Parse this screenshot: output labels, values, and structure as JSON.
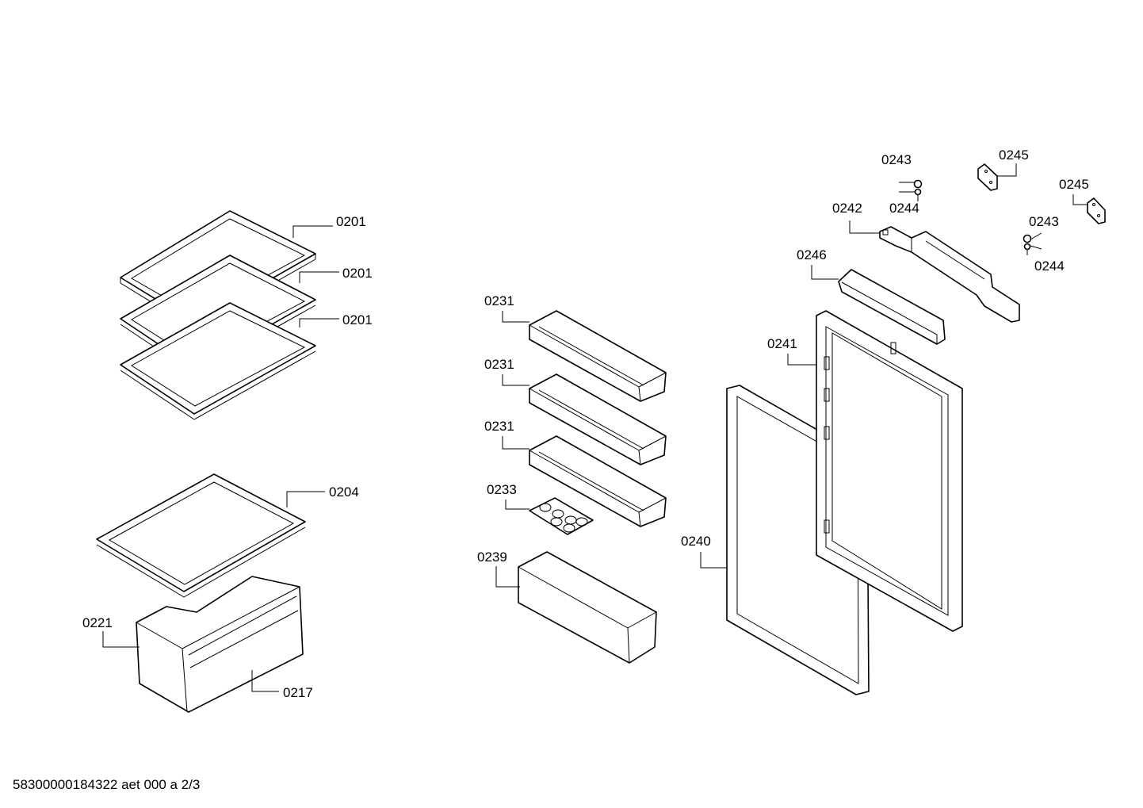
{
  "footer_text": "58300000184322 aet 000 a 2/3",
  "parts": {
    "shelf_top": "0201",
    "shelf_mid": "0201",
    "shelf_low": "0201",
    "shelf_crisper": "0204",
    "crisper_drawer": "0221",
    "crisper_front": "0217",
    "door_bin_1": "0231",
    "door_bin_2": "0231",
    "door_bin_3": "0231",
    "egg_tray": "0233",
    "bottle_bin": "0239",
    "door_gasket": "0240",
    "door_panel": "0241",
    "hinge_bracket": "0242",
    "nut_a": "0243",
    "screw_a": "0244",
    "nut_b": "0243",
    "screw_b": "0244",
    "plate_a": "0245",
    "plate_b": "0245",
    "door_cover": "0246"
  }
}
